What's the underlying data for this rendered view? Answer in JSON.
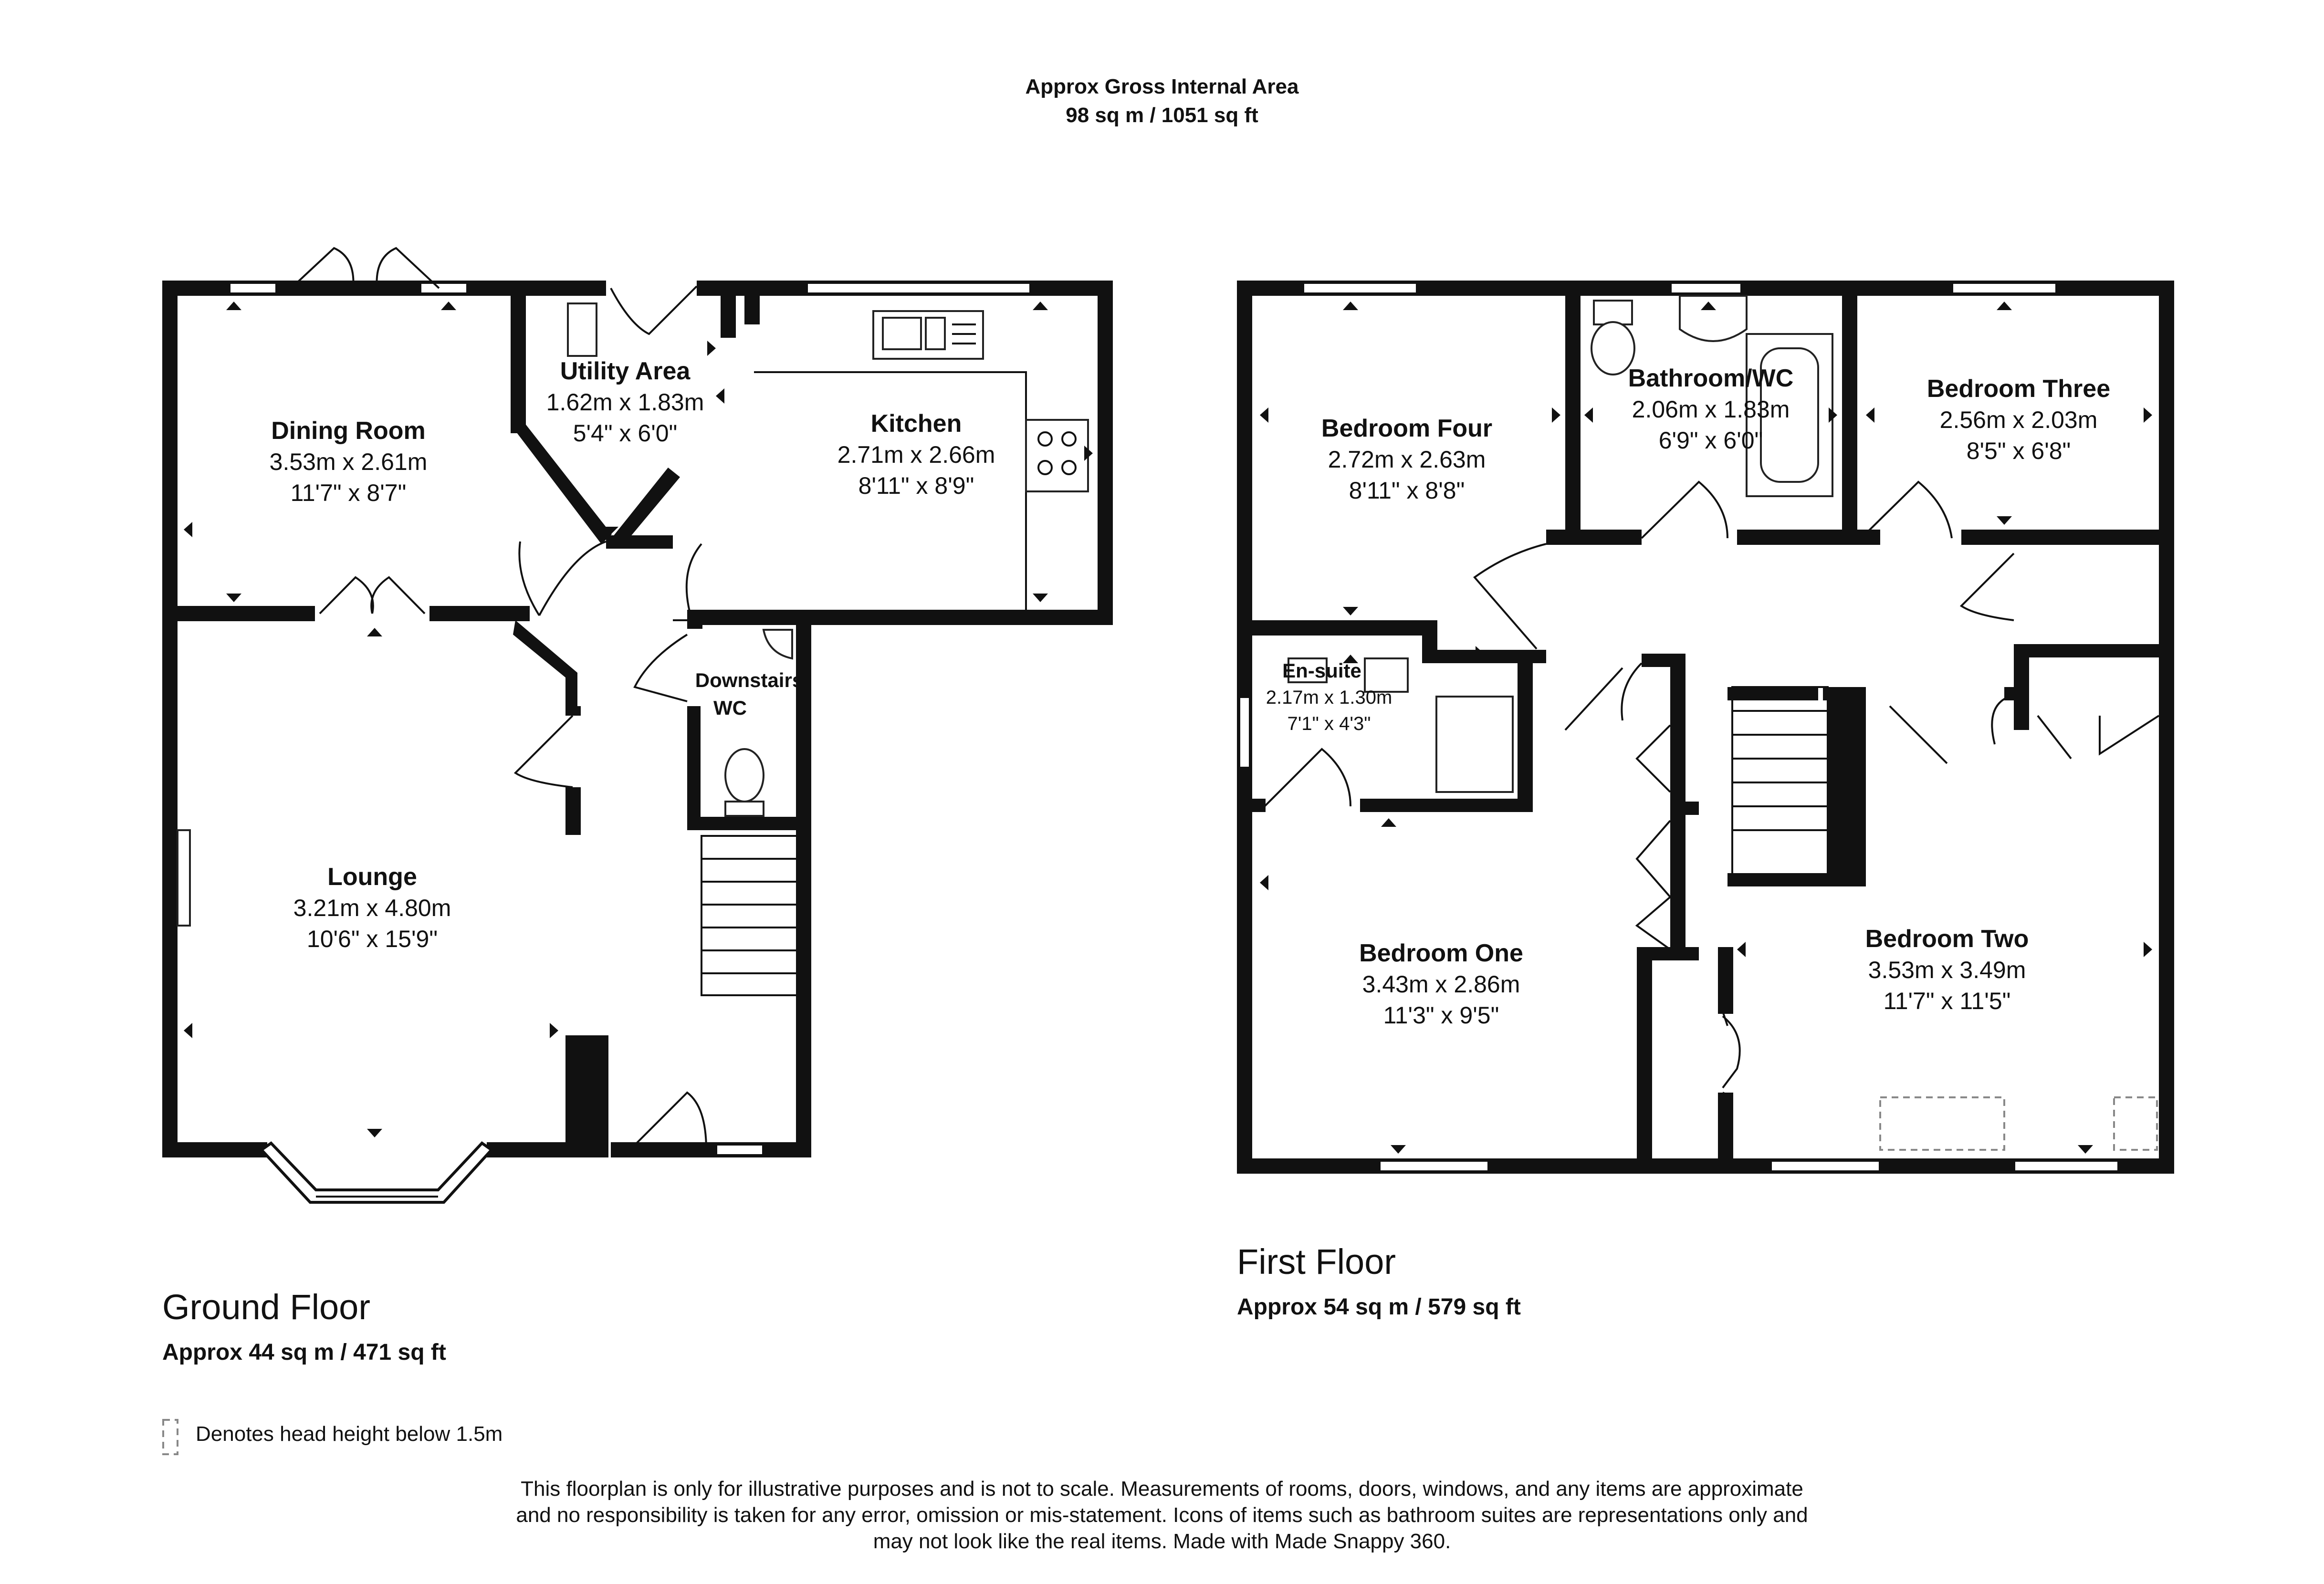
{
  "header": {
    "line1": "Approx Gross Internal Area",
    "line2": "98 sq m / 1051 sq ft"
  },
  "ground_floor": {
    "title": "Ground Floor",
    "area": "Approx 44 sq m / 471 sq ft",
    "rooms": {
      "dining": {
        "name": "Dining Room",
        "metric": "3.53m x 2.61m",
        "imperial": "11'7\" x 8'7\""
      },
      "utility": {
        "name": "Utility Area",
        "metric": "1.62m x 1.83m",
        "imperial": "5'4\" x 6'0\""
      },
      "kitchen": {
        "name": "Kitchen",
        "metric": "2.71m x 2.66m",
        "imperial": "8'11\" x 8'9\""
      },
      "wc": {
        "name_line1": "Downstairs",
        "name_line2": "WC"
      },
      "lounge": {
        "name": "Lounge",
        "metric": "3.21m x 4.80m",
        "imperial": "10'6\" x 15'9\""
      }
    }
  },
  "first_floor": {
    "title": "First Floor",
    "area": "Approx 54 sq m / 579 sq ft",
    "rooms": {
      "bed4": {
        "name": "Bedroom Four",
        "metric": "2.72m x 2.63m",
        "imperial": "8'11\" x 8'8\""
      },
      "bath": {
        "name": "Bathroom/WC",
        "metric": "2.06m x 1.83m",
        "imperial": "6'9\" x 6'0\""
      },
      "bed3": {
        "name": "Bedroom Three",
        "metric": "2.56m x 2.03m",
        "imperial": "8'5\" x 6'8\""
      },
      "ensuite": {
        "name": "En-suite",
        "metric": "2.17m x 1.30m",
        "imperial": "7'1\" x 4'3\""
      },
      "bed1": {
        "name": "Bedroom One",
        "metric": "3.43m x 2.86m",
        "imperial": "11'3\" x 9'5\""
      },
      "bed2": {
        "name": "Bedroom Two",
        "metric": "3.53m x 3.49m",
        "imperial": "11'7\" x 11'5\""
      }
    }
  },
  "legend": {
    "text": "Denotes head height below 1.5m"
  },
  "disclaimer": {
    "line1": "This floorplan is only for illustrative purposes and is not to scale. Measurements of rooms, doors, windows, and any items are approximate",
    "line2": "and no responsibility is taken for any error, omission or mis-statement. Icons of items such as bathroom suites are representations only and",
    "line3": "may not look like the real items. Made with Made Snappy 360."
  }
}
